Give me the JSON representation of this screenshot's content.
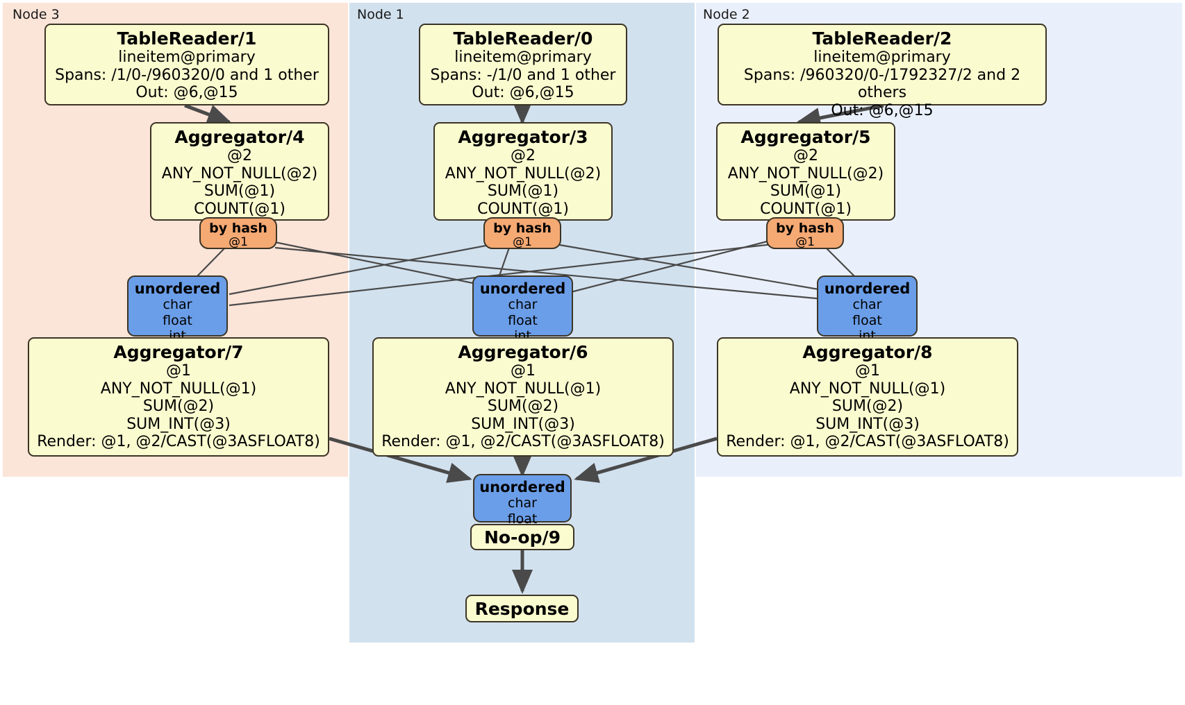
{
  "diagram": {
    "title": "Distributed query plan",
    "colors": {
      "node3_panel": "#fbe4d8",
      "node1_panel": "#d2e1ee",
      "node2_panel": "#eaf0fb",
      "processor_fill": "#fbfbd0",
      "synchronizer_fill": "#f5a973",
      "router_fill": "#6b9ee8",
      "edge_thin": "#4a4a4a",
      "edge_thick": "#4a4a4a",
      "border": "#3b3425"
    }
  },
  "panels": [
    {
      "id": "node3",
      "label": "Node 3"
    },
    {
      "id": "node1",
      "label": "Node 1"
    },
    {
      "id": "node2",
      "label": "Node 2"
    }
  ],
  "processors": {
    "tablereader1": {
      "title": "TableReader/1",
      "lines": [
        "lineitem@primary",
        "Spans: /1/0-/960320/0 and 1 other",
        "Out: @6,@15"
      ]
    },
    "tablereader0": {
      "title": "TableReader/0",
      "lines": [
        "lineitem@primary",
        "Spans: -/1/0 and 1 other",
        "Out: @6,@15"
      ]
    },
    "tablereader2": {
      "title": "TableReader/2",
      "lines": [
        "lineitem@primary",
        "Spans: /960320/0-/1792327/2 and 2 others",
        "Out: @6,@15"
      ]
    },
    "aggregator4": {
      "title": "Aggregator/4",
      "lines": [
        "@2",
        "ANY_NOT_NULL(@2)",
        "SUM(@1)",
        "COUNT(@1)"
      ]
    },
    "aggregator3": {
      "title": "Aggregator/3",
      "lines": [
        "@2",
        "ANY_NOT_NULL(@2)",
        "SUM(@1)",
        "COUNT(@1)"
      ]
    },
    "aggregator5": {
      "title": "Aggregator/5",
      "lines": [
        "@2",
        "ANY_NOT_NULL(@2)",
        "SUM(@1)",
        "COUNT(@1)"
      ]
    },
    "aggregator7": {
      "title": "Aggregator/7",
      "lines": [
        "@1",
        "ANY_NOT_NULL(@1)",
        "SUM(@2)",
        "SUM_INT(@3)",
        "Render: @1, @2/CAST(@3ASFLOAT8)"
      ]
    },
    "aggregator6": {
      "title": "Aggregator/6",
      "lines": [
        "@1",
        "ANY_NOT_NULL(@1)",
        "SUM(@2)",
        "SUM_INT(@3)",
        "Render: @1, @2/CAST(@3ASFLOAT8)"
      ]
    },
    "aggregator8": {
      "title": "Aggregator/8",
      "lines": [
        "@1",
        "ANY_NOT_NULL(@1)",
        "SUM(@2)",
        "SUM_INT(@3)",
        "Render: @1, @2/CAST(@3ASFLOAT8)"
      ]
    },
    "noop9": {
      "title": "No-op/9",
      "lines": []
    },
    "response": {
      "title": "Response",
      "lines": []
    }
  },
  "synchronizers": {
    "byhash_left": {
      "title": "by hash",
      "lines": [
        "@1"
      ]
    },
    "byhash_mid": {
      "title": "by hash",
      "lines": [
        "@1"
      ]
    },
    "byhash_right": {
      "title": "by hash",
      "lines": [
        "@1"
      ]
    }
  },
  "routers": {
    "unordered_left": {
      "title": "unordered",
      "lines": [
        "char",
        "float",
        "int"
      ]
    },
    "unordered_mid": {
      "title": "unordered",
      "lines": [
        "char",
        "float",
        "int"
      ]
    },
    "unordered_right": {
      "title": "unordered",
      "lines": [
        "char",
        "float",
        "int"
      ]
    },
    "unordered_final": {
      "title": "unordered",
      "lines": [
        "char",
        "float"
      ]
    }
  }
}
